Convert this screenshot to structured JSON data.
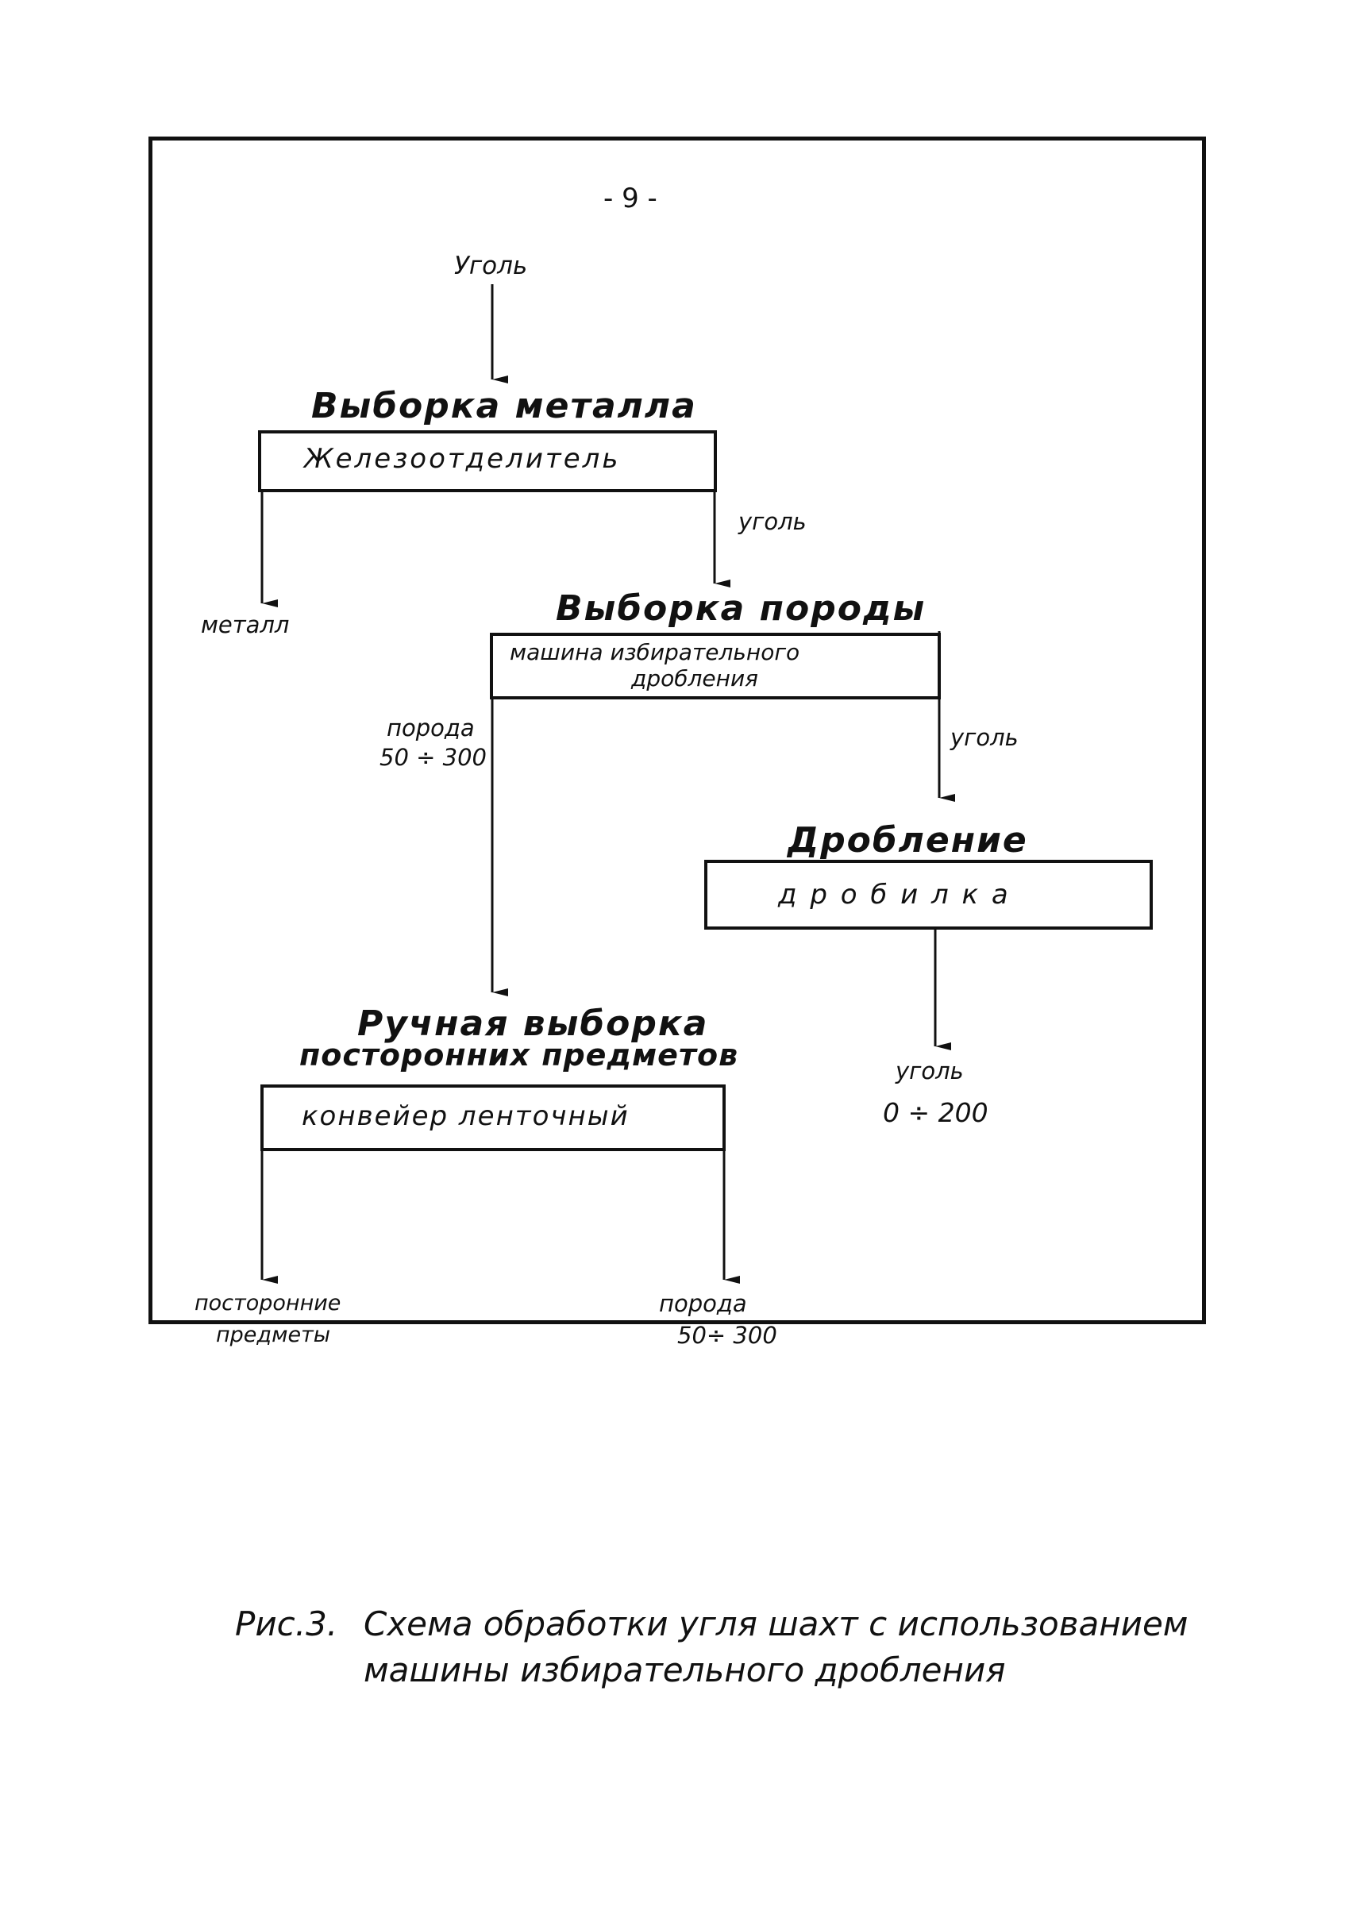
{
  "page_number": "- 9 -",
  "input_label": "Уголь",
  "stages": [
    {
      "title": "Выборка металла",
      "device": "Железоотделитель"
    },
    {
      "title": "Выборка породы",
      "device_line1": "машина избирательного",
      "device_line2": "дробления"
    },
    {
      "title": "Дробление",
      "device": "д р о б и л к а"
    },
    {
      "title_line1": "Ручная выборка",
      "title_line2": "посторонних предметов",
      "device": "конвейер ленточный"
    }
  ],
  "outputs": {
    "metal": "металл",
    "coal_after_metal": "уголь",
    "rock_line1": "порода",
    "rock_line2": "50 ÷ 300",
    "coal_after_rock": "уголь",
    "coal_final_line1": "уголь",
    "coal_final_line2": "0 ÷ 200",
    "foreign_line1": "посторонние",
    "foreign_line2": "предметы",
    "rock_final_line1": "порода",
    "rock_final_line2": "50÷ 300"
  },
  "caption": {
    "prefix": "Рис.3.",
    "line1": "Схема обработки угля шахт с использованием",
    "line2": "машины избирательного дробления"
  }
}
